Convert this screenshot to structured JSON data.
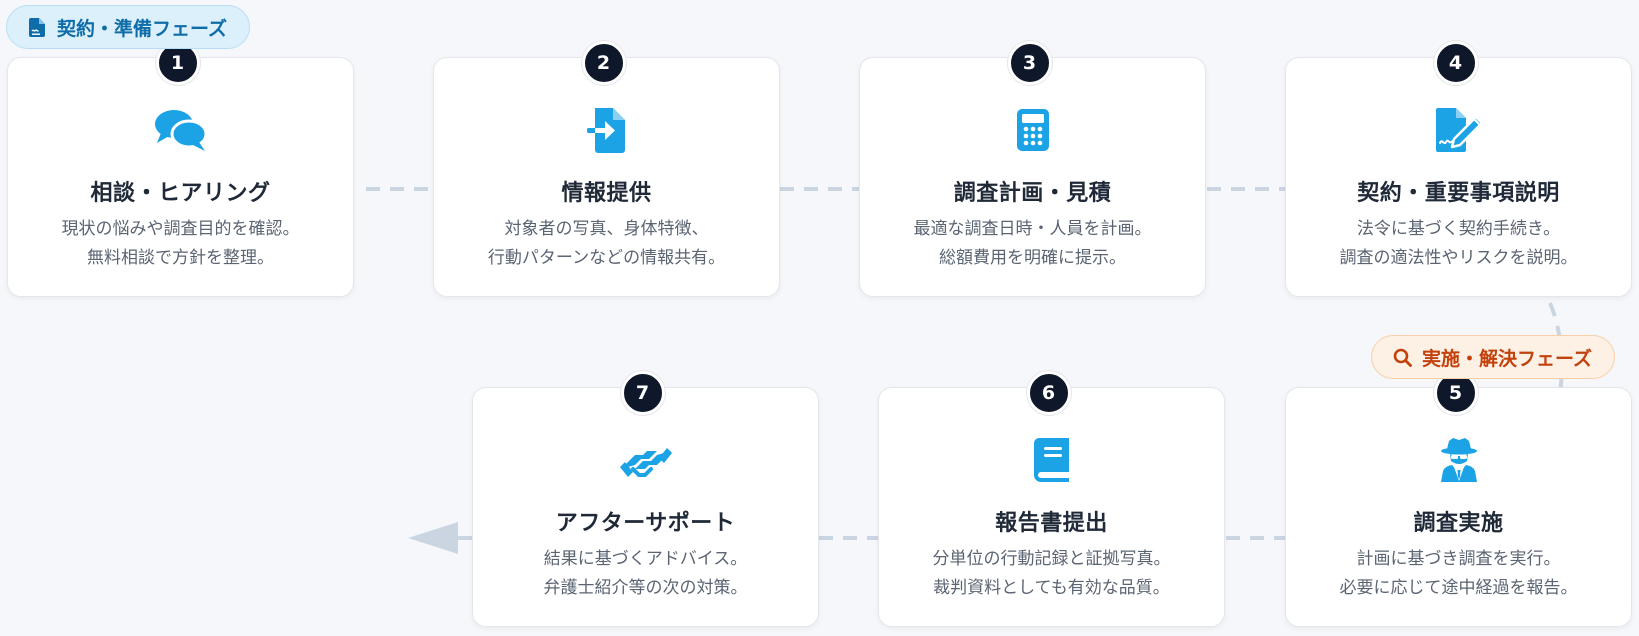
{
  "colors": {
    "icon": "#1ba3e6",
    "number_bg": "#0f172a",
    "connector": "#cbd5e1",
    "phase_prep_text": "#0e6da8",
    "phase_exec_text": "#c2410c"
  },
  "phases": [
    {
      "label": "契約・準備フェーズ",
      "icon": "file-contract-icon"
    },
    {
      "label": "実施・解決フェーズ",
      "icon": "search-icon"
    }
  ],
  "steps": [
    {
      "number": "1",
      "icon": "comments-icon",
      "title": "相談・ヒアリング",
      "desc": [
        "現状の悩みや調査目的を確認。",
        "無料相談で方針を整理。"
      ]
    },
    {
      "number": "2",
      "icon": "file-import-icon",
      "title": "情報提供",
      "desc": [
        "対象者の写真、身体特徴、",
        "行動パターンなどの情報共有。"
      ]
    },
    {
      "number": "3",
      "icon": "calculator-icon",
      "title": "調査計画・見積",
      "desc": [
        "最適な調査日時・人員を計画。",
        "総額費用を明確に提示。"
      ]
    },
    {
      "number": "4",
      "icon": "file-signature-icon",
      "title": "契約・重要事項説明",
      "desc": [
        "法令に基づく契約手続き。",
        "調査の適法性やリスクを説明。"
      ]
    },
    {
      "number": "5",
      "icon": "user-secret-icon",
      "title": "調査実施",
      "desc": [
        "計画に基づき調査を実行。",
        "必要に応じて途中経過を報告。"
      ]
    },
    {
      "number": "6",
      "icon": "book-icon",
      "title": "報告書提出",
      "desc": [
        "分単位の行動記録と証拠写真。",
        "裁判資料としても有効な品質。"
      ]
    },
    {
      "number": "7",
      "icon": "handshake-icon",
      "title": "アフターサポート",
      "desc": [
        "結果に基づくアドバイス。",
        "弁護士紹介等の次の対策。"
      ]
    }
  ]
}
